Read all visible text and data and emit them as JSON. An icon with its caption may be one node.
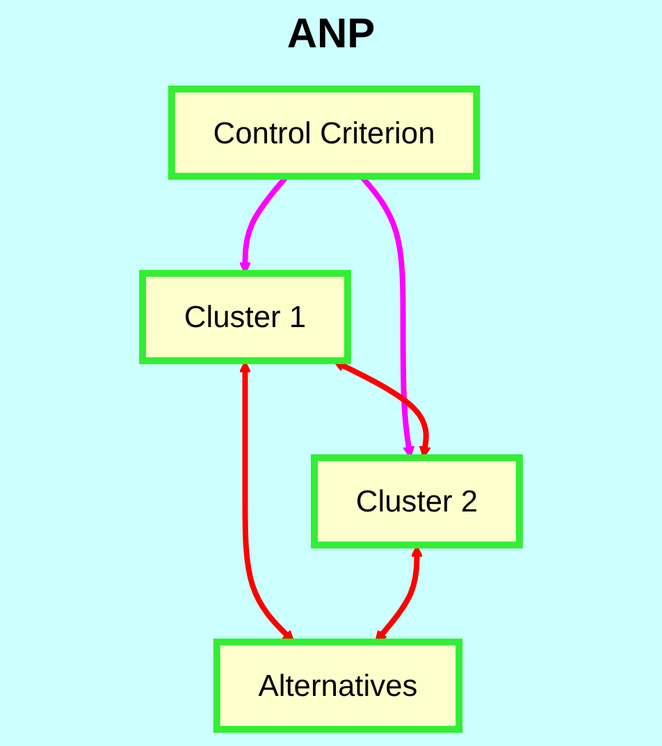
{
  "diagram": {
    "title": "ANP",
    "nodes": [
      {
        "text": [
          "Control Criterion"
        ]
      },
      {
        "text": [
          "Cluster 1"
        ]
      },
      {
        "text": [
          "Cluster 2"
        ]
      },
      {
        "text": [
          "Alternatives"
        ]
      }
    ],
    "edges": [
      {
        "from": 0,
        "to": 1,
        "arrow": "to",
        "color": "#ff00ff"
      },
      {
        "from": 0,
        "to": 2,
        "arrow": "to",
        "color": "#ff00ff"
      },
      {
        "from": 1,
        "to": 2,
        "arrow": "both",
        "color": "#ff0000"
      },
      {
        "from": 1,
        "to": 3,
        "arrow": "both",
        "color": "#ff0000"
      },
      {
        "from": 2,
        "to": 3,
        "arrow": "both",
        "color": "#ff0000"
      }
    ]
  }
}
